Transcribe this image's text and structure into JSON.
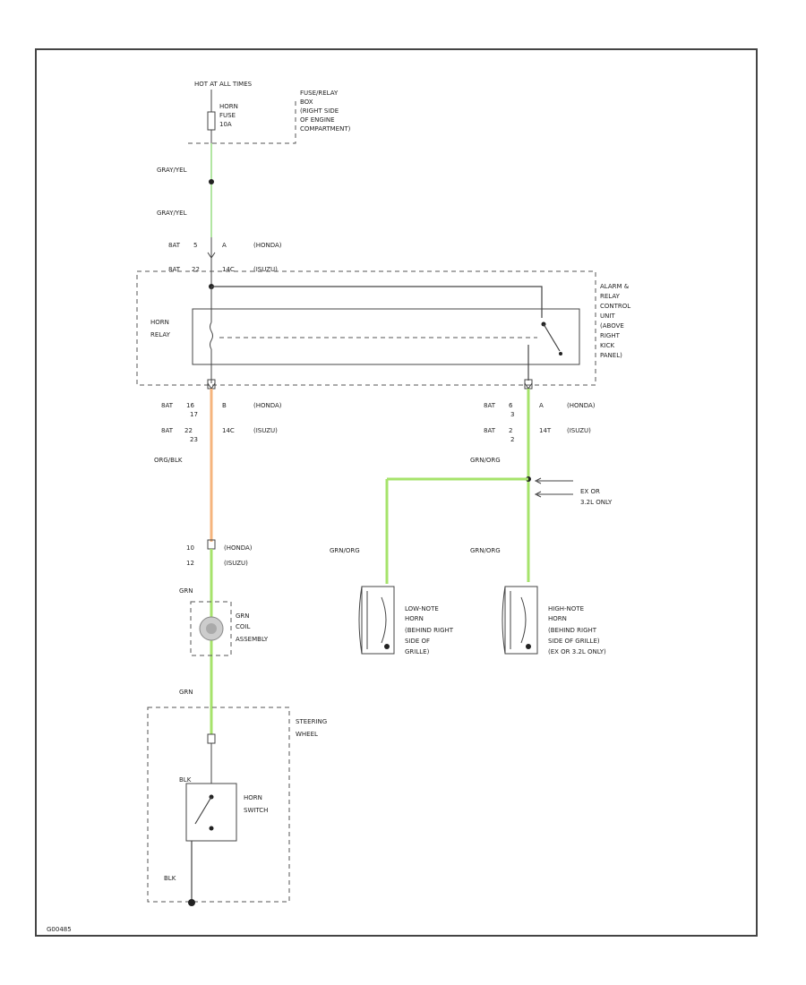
{
  "labels": {
    "hot_at_all_times": "HOT AT ALL TIMES",
    "horn_fuse": [
      "HORN",
      "FUSE",
      "10A"
    ],
    "fuse_relay_box": [
      "FUSE/RELAY",
      "BOX",
      "(RIGHT SIDE",
      "OF ENGINE",
      "COMPARTMENT)"
    ],
    "wire_gry_yel_1": "GRAY/YEL",
    "wire_gry_yel_2": "GRAY/YEL",
    "conn_top_1": [
      "8AT",
      "5",
      "A",
      "(HONDA)"
    ],
    "conn_top_2": [
      "8AT",
      "22",
      "14C",
      "(ISUZU)"
    ],
    "horn_relay": [
      "HORN",
      "RELAY"
    ],
    "alarm_relay_unit": [
      "ALARM &",
      "RELAY",
      "CONTROL",
      "UNIT",
      "(ABOVE",
      "RIGHT",
      "KICK",
      "PANEL)"
    ],
    "conn_left_1": [
      "8AT",
      "16",
      "B",
      "(HONDA)"
    ],
    "conn_left_2": [
      "8AT",
      "22",
      "14C",
      "(ISUZU)"
    ],
    "conn_left_sub": [
      "17",
      "23"
    ],
    "conn_right_1": [
      "8AT",
      "6",
      "A",
      "(HONDA)"
    ],
    "conn_right_2": [
      "8AT",
      "2",
      "14T",
      "(ISUZU)"
    ],
    "conn_right_sub": [
      "3",
      "2"
    ],
    "wire_org_blk": "ORG/BLK",
    "wire_grn_org_right": "GRN/ORG",
    "option_note": [
      "EX OR",
      "3.2L ONLY"
    ],
    "conn_mid_1": [
      "10",
      "(HONDA)"
    ],
    "conn_mid_2": [
      "12",
      "(ISUZU)"
    ],
    "wire_grn_1": "GRN",
    "cable_reel": [
      "GRN",
      "COIL",
      "ASSEMBLY"
    ],
    "wire_grn_org_low": "GRN/ORG",
    "wire_grn_org_high": "GRN/ORG",
    "low_note_horn": [
      "LOW-NOTE",
      "HORN",
      "(BEHIND RIGHT",
      "SIDE OF",
      "GRILLE)"
    ],
    "high_note_horn": [
      "HIGH-NOTE",
      "HORN",
      "(BEHIND RIGHT",
      "SIDE OF GRILLE)",
      "(EX OR 3.2L ONLY)"
    ],
    "wire_grn_2": "GRN",
    "steering_wheel": [
      "STEERING",
      "WHEEL"
    ],
    "wire_blk_1": "BLK",
    "horn_switch": [
      "HORN",
      "SWITCH"
    ],
    "wire_blk_2": "BLK",
    "diagram_id": "G00485"
  },
  "colors": {
    "wire_green": "#a6e36b",
    "wire_orange": "#f5b47d",
    "line": "#444444"
  }
}
